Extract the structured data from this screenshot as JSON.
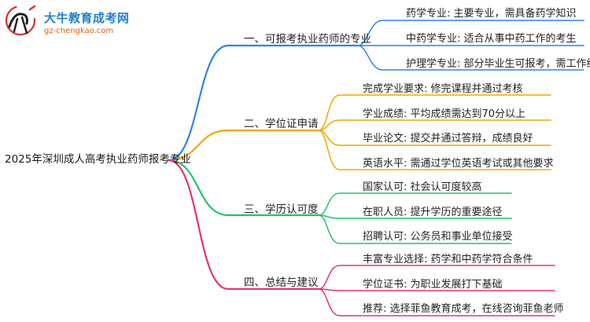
{
  "logo": {
    "title": "大牛教育成考网",
    "url": "gz-chengkao.com",
    "colors": {
      "primary": "#1f7fd0",
      "secondary": "#e06010"
    }
  },
  "root": {
    "label": "2025年深圳成人高考执业药师报考专业"
  },
  "branches": [
    {
      "label": "一、可报考执业药师的专业",
      "color": "#2f84e6",
      "leaves": [
        "药学专业: 主要专业，需具备药学知识",
        "中药学专业: 适合从事中药工作的考生",
        "护理学专业: 部分毕业生可报考，需工作经验"
      ]
    },
    {
      "label": "二、学位证申请",
      "color": "#f0a800",
      "leaves": [
        "完成学业要求: 修完课程并通过考核",
        "学业成绩: 平均成绩需达到70分以上",
        "毕业论文: 提交并通过答辩，成绩良好",
        "英语水平: 需通过学位英语考试或其他要求"
      ]
    },
    {
      "label": "三、学历认可度",
      "color": "#27c06a",
      "leaves": [
        "国家认可: 社会认可度较高",
        "在职人员: 提升学历的重要途径",
        "招聘认可: 公务员和事业单位接受"
      ]
    },
    {
      "label": "四、总结与建议",
      "color": "#e8307a",
      "leaves": [
        "丰富专业选择: 药学和中药学符合条件",
        "学位证书: 为职业发展打下基础",
        "推荐: 选择菲鱼教育成考，在线咨询菲鱼老师"
      ]
    }
  ]
}
